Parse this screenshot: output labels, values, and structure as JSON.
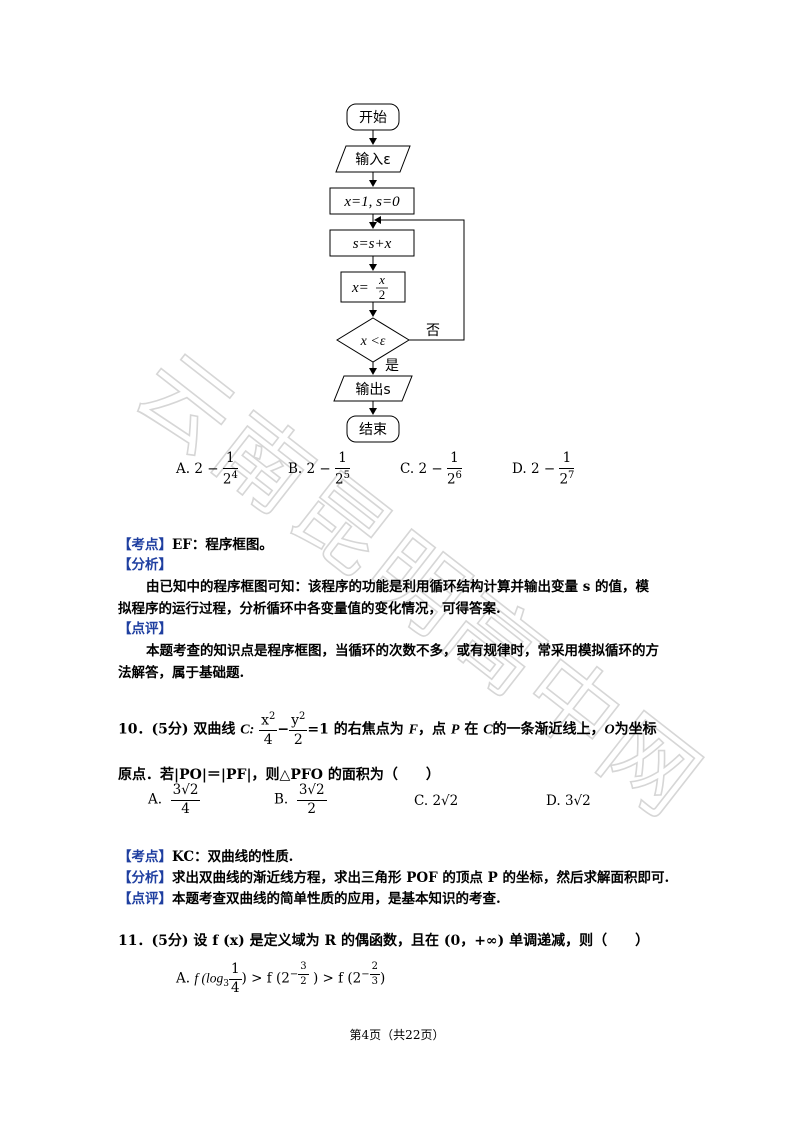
{
  "flowchart": {
    "start": "开始",
    "input": "输入ε",
    "init": "x=1, s=0",
    "update_s": "s=s+x",
    "update_x_lhs": "x=",
    "update_x_num": "x",
    "update_x_den": "2",
    "condition": "x <ε",
    "yes": "是",
    "no": "否",
    "output": "输出s",
    "end": "结束"
  },
  "q9": {
    "options": [
      {
        "label": "A.",
        "pre": "2 −",
        "num": "1",
        "den_base": "2",
        "den_exp": "4"
      },
      {
        "label": "B.",
        "pre": "2 −",
        "num": "1",
        "den_base": "2",
        "den_exp": "5"
      },
      {
        "label": "C.",
        "pre": "2 −",
        "num": "1",
        "den_base": "2",
        "den_exp": "6"
      },
      {
        "label": "D.",
        "pre": "2 −",
        "num": "1",
        "den_base": "2",
        "den_exp": "7"
      }
    ],
    "kaodian_tag": "【考点】",
    "kaodian_text": "EF：程序框图。",
    "fenxi_tag": "【分析】",
    "fenxi_line1": "由已知中的程序框图可知：该程序的功能是利用循环结构计算并输出变量 s 的值，模",
    "fenxi_line2": "拟程序的运行过程，分析循环中各变量值的变化情况，可得答案.",
    "dianping_tag": "【点评】",
    "dianping_line1": "本题考查的知识点是程序框图，当循环的次数不多，或有规律时，常采用模拟循环的方",
    "dianping_line2": "法解答，属于基础题."
  },
  "q10": {
    "prefix": "10．(5分) 双曲线",
    "curve": "C:",
    "x_num": "x",
    "x_exp": "2",
    "x_den": "4",
    "minus": "−",
    "y_num": "y",
    "y_exp": "2",
    "y_den": "2",
    "eq": "=1 的右焦点为",
    "F": "F",
    "mid": "，点",
    "P": "P",
    "in": "在",
    "C2": "C",
    "tail": "的一条渐近线上，",
    "O": "O",
    "tail2": "为坐标",
    "line2": "原点．若|PO|＝|PF|，则△PFO 的面积为（　　）",
    "options": [
      {
        "label": "A.",
        "num": "3√2",
        "den": "4"
      },
      {
        "label": "B.",
        "num": "3√2",
        "den": "2"
      },
      {
        "label": "C.",
        "text": "2√2"
      },
      {
        "label": "D.",
        "text": "3√2"
      }
    ],
    "kaodian_tag": "【考点】",
    "kaodian_text": "KC：双曲线的性质.",
    "fenxi_tag": "【分析】",
    "fenxi_text": "求出双曲线的渐近线方程，求出三角形 POF 的顶点 P 的坐标，然后求解面积即可.",
    "dianping_tag": "【点评】",
    "dianping_text": "本题考查双曲线的简单性质的应用，是基本知识的考查."
  },
  "q11": {
    "stem": "11．(5分) 设 f (x) 是定义域为 R 的偶函数，且在 (0，+∞) 单调递减，则（　　）",
    "optA_label": "A.",
    "optA_f1": "f (log",
    "optA_base": "3",
    "optA_num": "1",
    "optA_den": "4",
    "optA_close": ")",
    "optA_gt1": "> f (2",
    "optA_exp1_neg": "−",
    "optA_exp1_num": "3",
    "optA_exp1_den": "2",
    "optA_gt2": ") > f (2",
    "optA_exp2_neg": "−",
    "optA_exp2_num": "2",
    "optA_exp2_den": "3",
    "optA_end": ")"
  },
  "watermark": "云南昆明高中网",
  "footer": "第4页（共22页）"
}
